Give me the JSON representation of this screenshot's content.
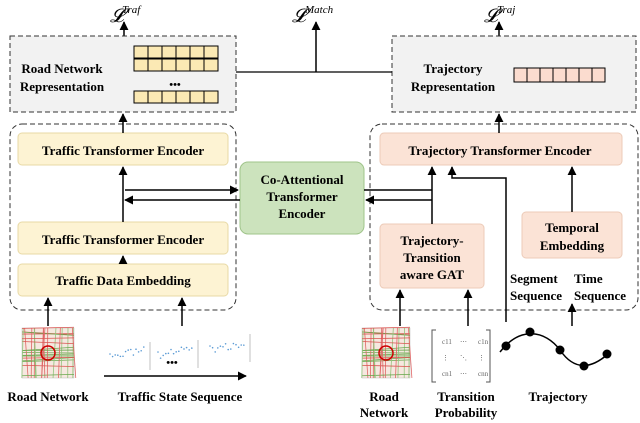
{
  "losses": {
    "traf": "𝓛",
    "traf_sup": "Traf",
    "match": "𝓛",
    "match_sup": "Match",
    "traj": "𝓛",
    "traj_sup": "Traj"
  },
  "left": {
    "rep_line1": "Road Network",
    "rep_line2": "Representation",
    "encoder_top": "Traffic Transformer Encoder",
    "encoder_bottom": "Traffic Transformer Encoder",
    "embedding": "Traffic Data Embedding",
    "input_road": "Road Network",
    "input_traffic": "Traffic State Sequence",
    "ellipsis": "•••"
  },
  "center": {
    "line1": "Co-Attentional",
    "line2": "Transformer",
    "line3": "Encoder"
  },
  "right": {
    "rep_line1": "Trajectory",
    "rep_line2": "Representation",
    "encoder": "Trajectory Transformer Encoder",
    "gat_line1": "Trajectory-",
    "gat_line2": "Transition",
    "gat_line3": "aware GAT",
    "temporal_line1": "Temporal",
    "temporal_line2": "Embedding",
    "segment_line1": "Segment",
    "segment_line2": "Sequence",
    "time_line1": "Time",
    "time_line2": "Sequence",
    "input_road_line1": "Road",
    "input_road_line2": "Network",
    "input_prob_line1": "Transition",
    "input_prob_line2": "Probability",
    "input_traj": "Trajectory"
  },
  "colors": {
    "traffic_box": "#fdf3d3",
    "traffic_border": "#e8d9a6",
    "traj_box": "#fbe3d6",
    "traj_border": "#eccbb8",
    "center_box": "#cce3bd",
    "center_border": "#9fc48a",
    "rep_bg": "#f2f2f2",
    "grid_cell": "#fbe9b4",
    "traj_cell": "#fbdccf"
  }
}
